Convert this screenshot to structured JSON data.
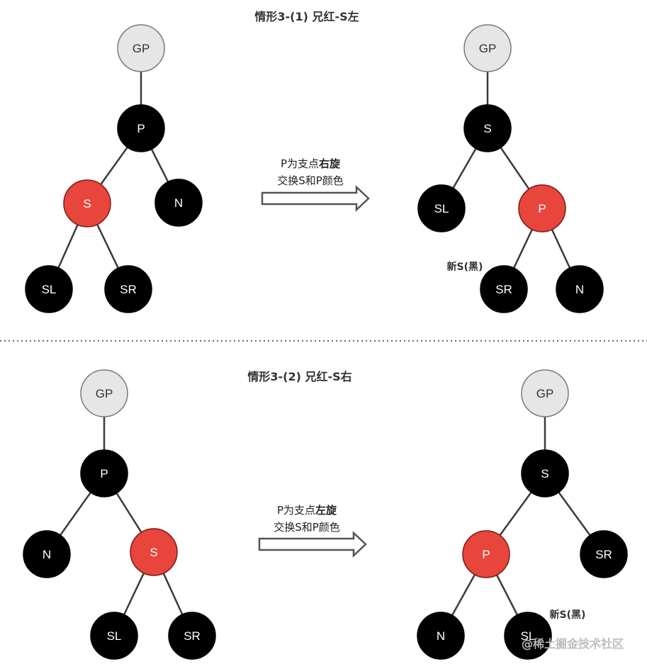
{
  "colors": {
    "black_node": "#000000",
    "red_node": "#e8453c",
    "gray_node": "#e6e6e6",
    "edge": "#3a3a3a",
    "arrow": "#555555",
    "divider": "#666666"
  },
  "sections": [
    {
      "title": "情形3-(1) 兄红-S左",
      "operation": {
        "line1_prefix": "P为支点",
        "line1_bold": "右旋",
        "line2": "交换S和P颜色"
      },
      "before": {
        "nodes": [
          {
            "id": "GP",
            "label": "GP",
            "color": "gray"
          },
          {
            "id": "P",
            "label": "P",
            "color": "black"
          },
          {
            "id": "S",
            "label": "S",
            "color": "red"
          },
          {
            "id": "N",
            "label": "N",
            "color": "black"
          },
          {
            "id": "SL",
            "label": "SL",
            "color": "black"
          },
          {
            "id": "SR",
            "label": "SR",
            "color": "black"
          }
        ],
        "edges": [
          [
            "GP",
            "P"
          ],
          [
            "P",
            "S"
          ],
          [
            "P",
            "N"
          ],
          [
            "S",
            "SL"
          ],
          [
            "S",
            "SR"
          ]
        ]
      },
      "after": {
        "nodes": [
          {
            "id": "GP",
            "label": "GP",
            "color": "gray"
          },
          {
            "id": "S",
            "label": "S",
            "color": "black"
          },
          {
            "id": "SL",
            "label": "SL",
            "color": "black"
          },
          {
            "id": "P",
            "label": "P",
            "color": "red"
          },
          {
            "id": "SR",
            "label": "SR",
            "color": "black"
          },
          {
            "id": "N",
            "label": "N",
            "color": "black"
          }
        ],
        "edges": [
          [
            "GP",
            "S"
          ],
          [
            "S",
            "SL"
          ],
          [
            "S",
            "P"
          ],
          [
            "P",
            "SR"
          ],
          [
            "P",
            "N"
          ]
        ],
        "note": "新S(黑)"
      }
    },
    {
      "title": "情形3-(2) 兄红-S右",
      "operation": {
        "line1_prefix": "P为支点",
        "line1_bold": "左旋",
        "line2": "交换S和P颜色"
      },
      "before": {
        "nodes": [
          {
            "id": "GP",
            "label": "GP",
            "color": "gray"
          },
          {
            "id": "P",
            "label": "P",
            "color": "black"
          },
          {
            "id": "N",
            "label": "N",
            "color": "black"
          },
          {
            "id": "S",
            "label": "S",
            "color": "red"
          },
          {
            "id": "SL",
            "label": "SL",
            "color": "black"
          },
          {
            "id": "SR",
            "label": "SR",
            "color": "black"
          }
        ],
        "edges": [
          [
            "GP",
            "P"
          ],
          [
            "P",
            "N"
          ],
          [
            "P",
            "S"
          ],
          [
            "S",
            "SL"
          ],
          [
            "S",
            "SR"
          ]
        ]
      },
      "after": {
        "nodes": [
          {
            "id": "GP",
            "label": "GP",
            "color": "gray"
          },
          {
            "id": "S",
            "label": "S",
            "color": "black"
          },
          {
            "id": "P",
            "label": "P",
            "color": "red"
          },
          {
            "id": "SR",
            "label": "SR",
            "color": "black"
          },
          {
            "id": "N",
            "label": "N",
            "color": "black"
          },
          {
            "id": "SL",
            "label": "SL",
            "color": "black"
          }
        ],
        "edges": [
          [
            "GP",
            "S"
          ],
          [
            "S",
            "P"
          ],
          [
            "S",
            "SR"
          ],
          [
            "P",
            "N"
          ],
          [
            "P",
            "SL"
          ]
        ],
        "note": "新S(黑)"
      }
    }
  ],
  "watermark": "@稀土掘金技术社区"
}
